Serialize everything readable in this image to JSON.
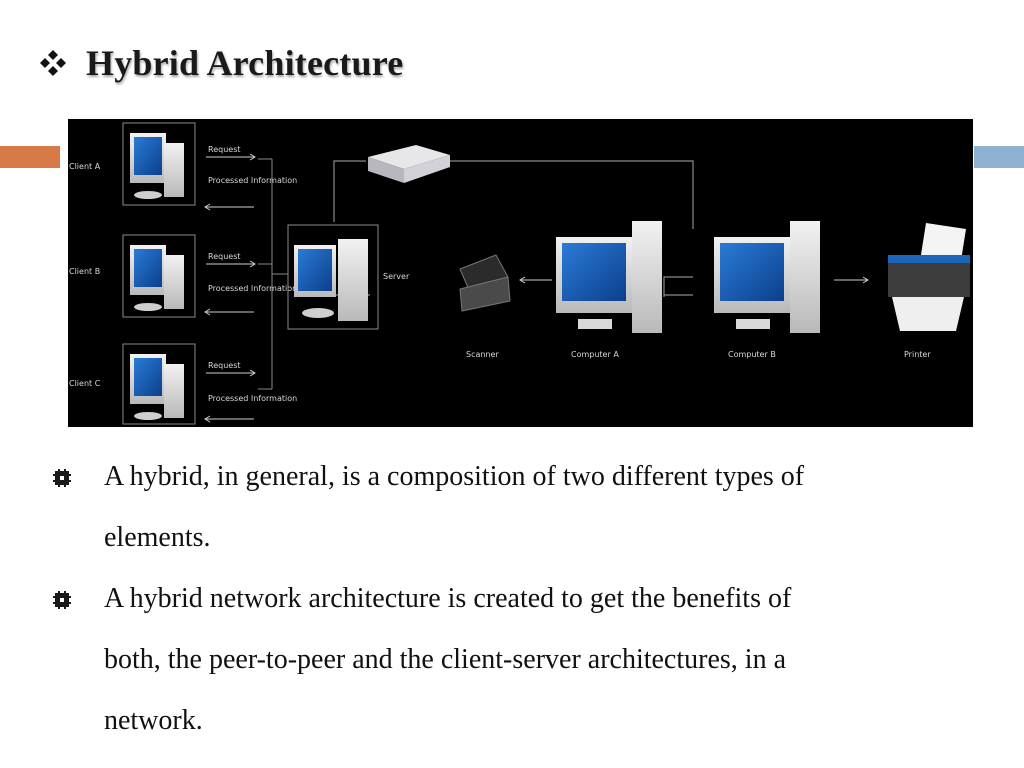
{
  "slide": {
    "title": "Hybrid Architecture",
    "title_bullet_icon": "four-diamond-bullet-icon",
    "bullet_icon": "hash-square-bullet-icon",
    "colors": {
      "accent_orange": "#d77a48",
      "accent_blue": "#8fb2d3",
      "diagram_bg": "#000000"
    }
  },
  "diagram": {
    "clients": [
      {
        "label": "Client A",
        "request_label": "Request",
        "response_label": "Processed Information"
      },
      {
        "label": "Client B",
        "request_label": "Request",
        "response_label": "Processed Information"
      },
      {
        "label": "Client C",
        "request_label": "Request",
        "response_label": "Processed Information"
      }
    ],
    "server_label": "Server",
    "devices": {
      "scanner_label": "Scanner",
      "computer_a_label": "Computer A",
      "computer_b_label": "Computer B",
      "printer_label": "Printer"
    }
  },
  "bullets": [
    {
      "text": "A hybrid, in general, is a composition of two different types of",
      "text2": "elements."
    },
    {
      "text": "A hybrid network architecture is created to get the benefits of",
      "text2": "both, the peer-to-peer and the client-server architectures, in a",
      "text3": "network."
    }
  ]
}
